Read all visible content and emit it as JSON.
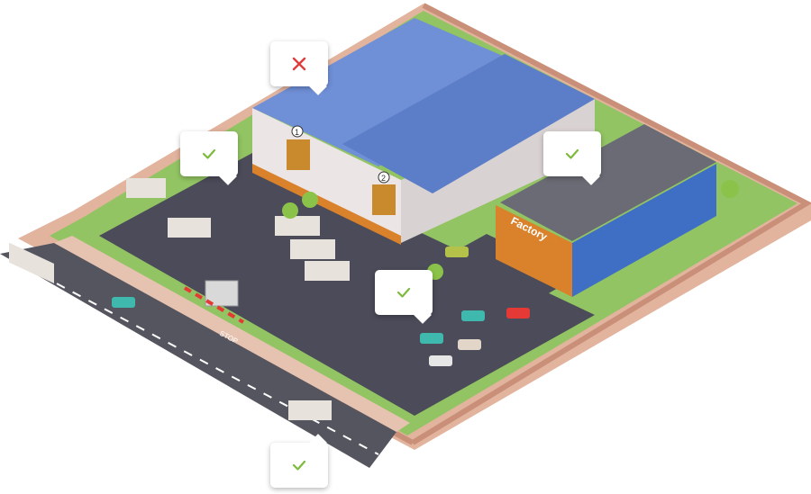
{
  "scene": {
    "factory_sign": "Factory",
    "road_marking": "STOP",
    "building_number_1": "1",
    "building_number_2": "2"
  },
  "markers": [
    {
      "status": "error",
      "icon": "cross-icon"
    },
    {
      "status": "ok",
      "icon": "check-icon"
    },
    {
      "status": "ok",
      "icon": "check-icon"
    },
    {
      "status": "ok",
      "icon": "check-icon"
    },
    {
      "status": "ok",
      "icon": "check-icon"
    }
  ],
  "colors": {
    "check": "#7dbb3c",
    "cross": "#e23b3b",
    "roof": "#6f8fd6",
    "warehouse_wall": "#e9e3e3",
    "factory_orange": "#d9822b",
    "factory_blue": "#3f6fc4",
    "asphalt": "#4a4a57",
    "grass": "#8fc160",
    "wall": "#e9b8a0"
  }
}
